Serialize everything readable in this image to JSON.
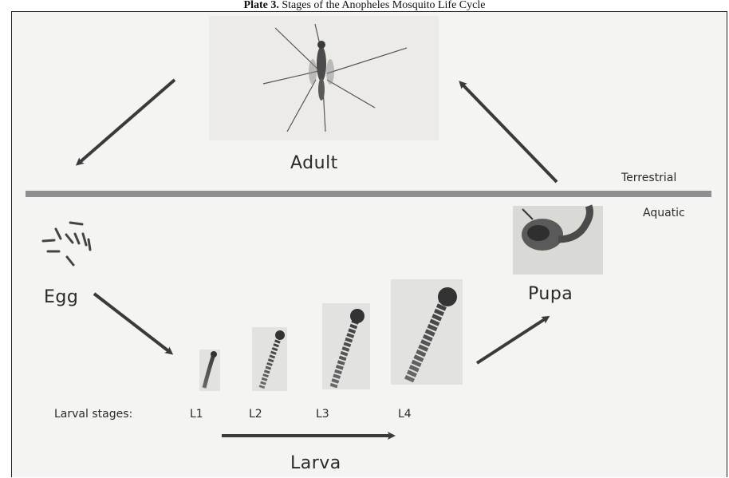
{
  "caption": {
    "plate": "Plate 3.",
    "text": "Stages of the Anopheles Mosquito Life Cycle"
  },
  "labels": {
    "adult": "Adult",
    "egg": "Egg",
    "pupa": "Pupa",
    "larva": "Larva",
    "terrestrial": "Terrestrial",
    "aquatic": "Aquatic",
    "larval_stages": "Larval stages:",
    "l1": "L1",
    "l2": "L2",
    "l3": "L3",
    "l4": "L4"
  },
  "colors": {
    "arrow": "#3a3a3a",
    "divider": "#8f8f8f",
    "photo_bg": "#e9e9e6"
  }
}
